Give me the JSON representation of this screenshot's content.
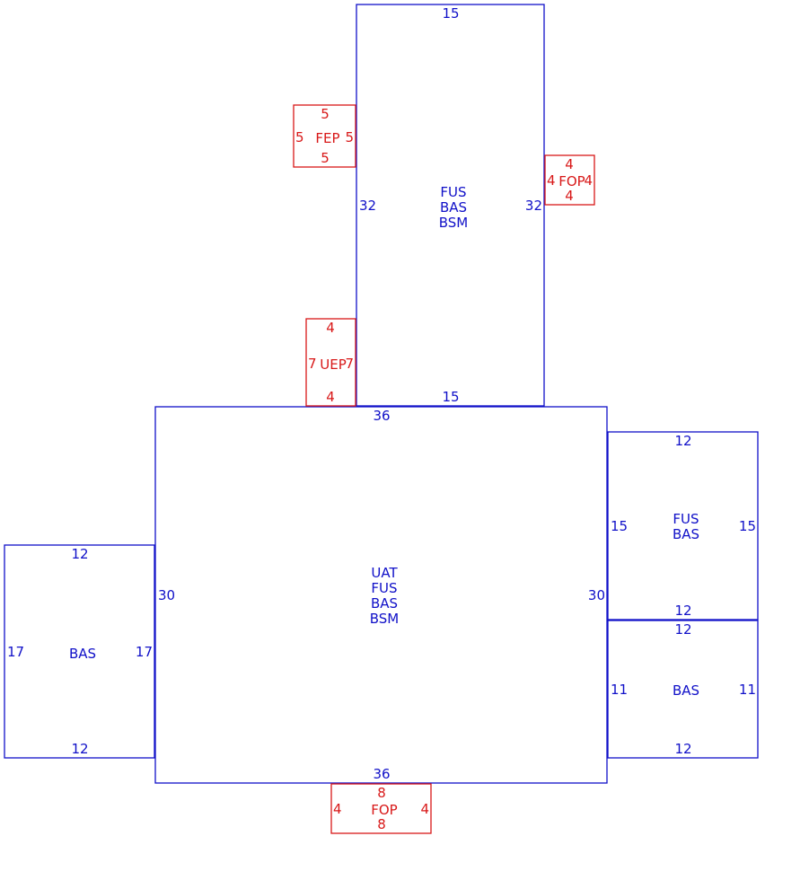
{
  "colors": {
    "main": "#1010c8",
    "accent": "#d81818"
  },
  "areas": {
    "main": {
      "labels": [
        "UAT",
        "FUS",
        "BAS",
        "BSM"
      ],
      "dims": {
        "top": "36",
        "bottom": "36",
        "left": "30",
        "right": "30"
      }
    },
    "upper": {
      "labels": [
        "FUS",
        "BAS",
        "BSM"
      ],
      "dims": {
        "top": "15",
        "bottom": "15",
        "left": "32",
        "right": "32"
      }
    },
    "right_upper": {
      "labels": [
        "FUS",
        "BAS"
      ],
      "dims": {
        "top": "12",
        "bottom": "12",
        "left": "15",
        "right": "15"
      }
    },
    "right_lower": {
      "labels": [
        "BAS"
      ],
      "dims": {
        "top": "12",
        "bottom": "12",
        "left": "11",
        "right": "11"
      }
    },
    "left": {
      "labels": [
        "BAS"
      ],
      "dims": {
        "top": "12",
        "bottom": "12",
        "left": "17",
        "right": "17"
      }
    }
  },
  "porches": {
    "fep": {
      "label": "FEP",
      "dims": {
        "top": "5",
        "bottom": "5",
        "left": "5",
        "right": "5"
      }
    },
    "uep": {
      "label": "UEP",
      "dims": {
        "top": "4",
        "bottom": "4",
        "left": "7",
        "right": "7"
      }
    },
    "fop_right": {
      "label": "FOP",
      "dims": {
        "top": "4",
        "bottom": "4",
        "left": "4",
        "right": "4"
      }
    },
    "fop_bottom": {
      "label": "FOP",
      "dims": {
        "top": "8",
        "bottom": "8",
        "left": "4",
        "right": "4"
      }
    }
  }
}
